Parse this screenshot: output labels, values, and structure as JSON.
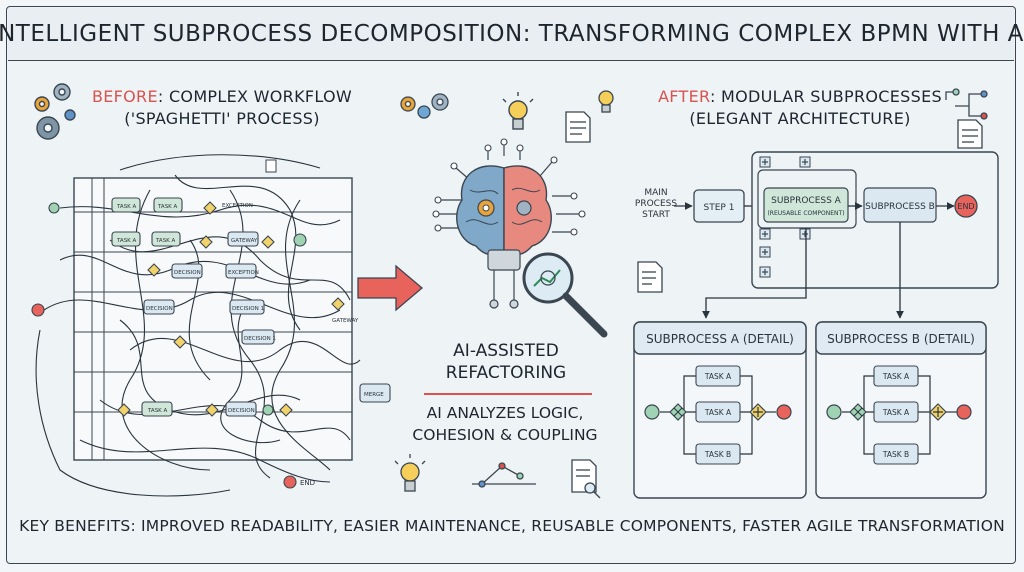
{
  "title": "INTELLIGENT SUBPROCESS DECOMPOSITION: TRANSFORMING COMPLEX BPMN WITH AI",
  "before": {
    "prefix": "BEFORE",
    "heading_rest": ": COMPLEX WORKFLOW",
    "heading_line2": "('SPAGHETTI' PROCESS)",
    "labels": {
      "task_a": "TASK A",
      "gateway": "GATEWAY",
      "decision": "DECISION",
      "decision_1": "DECISION 1",
      "exception": "EXCEPTION",
      "merge": "MERGE",
      "end": "END"
    }
  },
  "middle": {
    "line1": "AI-ASSISTED",
    "line2": "REFACTORING",
    "sub1": "AI ANALYZES LOGIC,",
    "sub2": "COHESION & COUPLING"
  },
  "after": {
    "prefix": "AFTER",
    "heading_rest": ": MODULAR SUBPROCESSES",
    "heading_line2": "(ELEGANT ARCHITECTURE)",
    "main_process_start": [
      "MAIN",
      "PROCESS",
      "START"
    ],
    "step1": "STEP 1",
    "subprocess_a": "SUBPROCESS A",
    "reusable": "(REUSABLE COMPONENT)",
    "subprocess_b": "SUBPROCESS B",
    "end": "END",
    "detail_a": {
      "title": "SUBPROCESS A (DETAIL)",
      "tasks": [
        "TASK A",
        "TASK A",
        "TASK B"
      ]
    },
    "detail_b": {
      "title": "SUBPROCESS B (DETAIL)",
      "tasks": [
        "TASK A",
        "TASK A",
        "TASK B"
      ]
    }
  },
  "footer": "KEY BENEFITS: IMPROVED READABILITY, EASIER MAINTENANCE, REUSABLE COMPONENTS, FASTER AGILE TRANSFORMATION",
  "colors": {
    "accent_red": "#d9534f",
    "task_green": "#cfe6d8",
    "task_blue": "#dbe8f1",
    "gateway_yellow": "#f2d36b",
    "start_green": "#9fd3b4",
    "end_red": "#e8635c"
  }
}
